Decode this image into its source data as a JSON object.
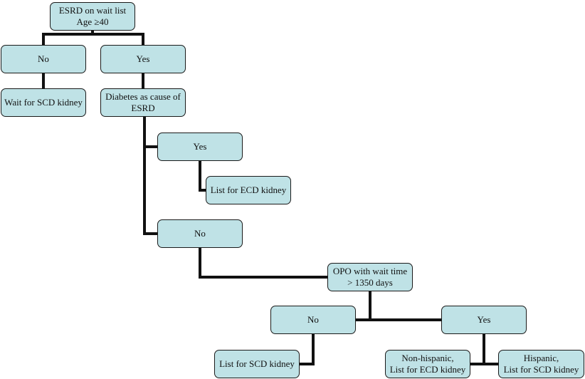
{
  "diagram": {
    "colors": {
      "node_fill": "#bfe2e6",
      "node_border": "#1a1a1a",
      "edge": "#111111"
    },
    "nodes": {
      "root": "ESRD on wait list\nAge ≥40",
      "age_no": "No",
      "age_yes": "Yes",
      "wait_scd": "Wait for SCD kidney",
      "diabetes": "Diabetes as cause of\nESRD",
      "diabetes_yes": "Yes",
      "list_ecd_1": "List for ECD kidney",
      "diabetes_no": "No",
      "opo": "OPO with wait time\n> 1350 days",
      "opo_no": "No",
      "opo_yes": "Yes",
      "list_scd": "List for SCD kidney",
      "non_hispanic": "Non-hispanic,\nList for ECD kidney",
      "hispanic": "Hispanic,\nList for SCD kidney"
    },
    "edges": [
      [
        "root",
        "age_no"
      ],
      [
        "root",
        "age_yes"
      ],
      [
        "age_no",
        "wait_scd"
      ],
      [
        "age_yes",
        "diabetes"
      ],
      [
        "diabetes",
        "diabetes_yes"
      ],
      [
        "diabetes",
        "diabetes_no"
      ],
      [
        "diabetes_yes",
        "list_ecd_1"
      ],
      [
        "diabetes_no",
        "opo"
      ],
      [
        "opo",
        "opo_no"
      ],
      [
        "opo",
        "opo_yes"
      ],
      [
        "opo_no",
        "list_scd"
      ],
      [
        "opo_yes",
        "non_hispanic"
      ],
      [
        "opo_yes",
        "hispanic"
      ]
    ]
  }
}
